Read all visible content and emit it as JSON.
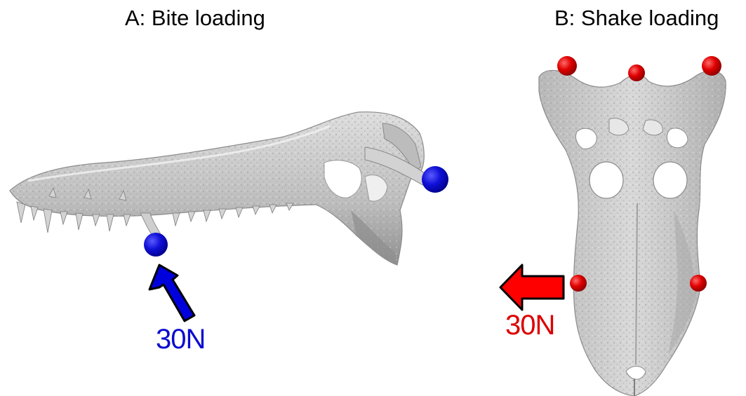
{
  "panels": [
    {
      "id": "A",
      "title": "A: Bite loading",
      "force_label": "30N",
      "force_color": "#0000dd",
      "marker_color": "#0a0ad0",
      "view": "lateral"
    },
    {
      "id": "B",
      "title": "B: Shake loading",
      "force_label": "30N",
      "force_color": "#ff0000",
      "marker_color": "#dd0000",
      "view": "dorsal"
    }
  ],
  "colors": {
    "skull": "#c9c9c9",
    "skull_shadow": "#8e8e8e",
    "background": "#ffffff"
  }
}
